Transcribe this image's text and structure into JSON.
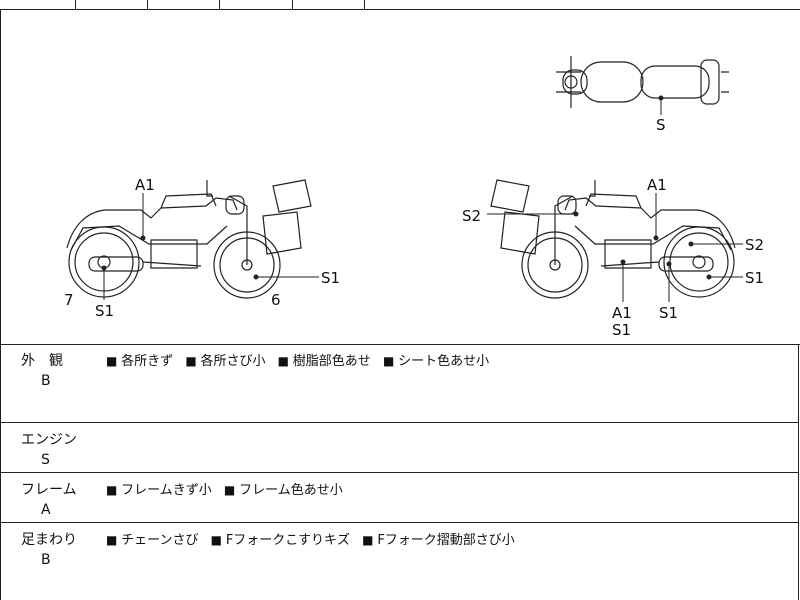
{
  "diagram": {
    "markers": {
      "left_a1": "A1",
      "left_s1_rear": "S1",
      "left_s1_front": "S1",
      "left_7": "7",
      "left_6": "6",
      "top_s": "S",
      "right_a1_top": "A1",
      "right_s2_left": "S2",
      "right_s2_right": "S2",
      "right_s1_right": "S1",
      "right_a1_bottom": "A1",
      "right_s1_bottom": "S1",
      "right_s1_mid": "S1"
    }
  },
  "rows": [
    {
      "label": "外　観",
      "grade": "B",
      "items": [
        "各所きず",
        "各所さび小",
        "樹脂部色あせ",
        "シート色あせ小"
      ]
    },
    {
      "label": "エンジン",
      "grade": "S",
      "items": []
    },
    {
      "label": "フレーム",
      "grade": "A",
      "items": [
        "フレームきず小",
        "フレーム色あせ小"
      ]
    },
    {
      "label": "足まわり",
      "grade": "B",
      "items": [
        "チェーンさび",
        "Fフォークこすりキズ",
        "Fフォーク摺動部さび小"
      ]
    }
  ]
}
